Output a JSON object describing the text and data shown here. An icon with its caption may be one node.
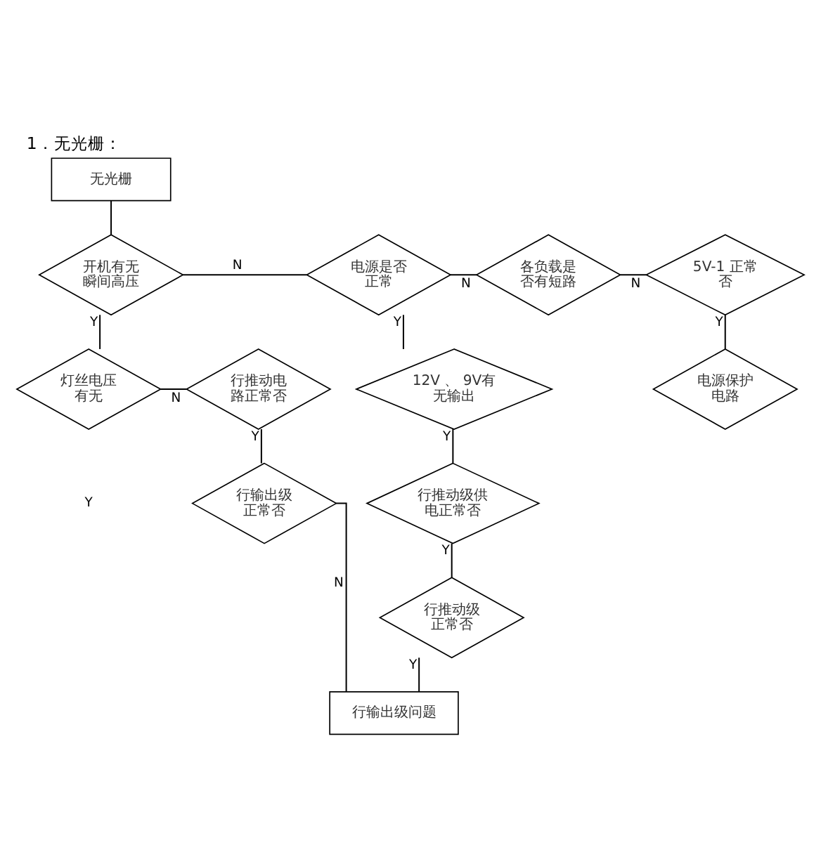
{
  "diagram": {
    "title": "1．无光栅：",
    "nodes": [
      {
        "text": [
          "无光栅"
        ]
      },
      {
        "text": [
          "开机有无瞬间高压"
        ]
      },
      {
        "text": [
          "电源是否正常"
        ]
      },
      {
        "text": [
          "各负载是否有短路"
        ]
      },
      {
        "text": [
          "5V-1 正常否"
        ]
      },
      {
        "text": [
          "灯丝电压有无"
        ]
      },
      {
        "text": [
          "行推动电路正常否"
        ]
      },
      {
        "text": [
          "12V 、 9V有无输出"
        ]
      },
      {
        "text": [
          "电源保护电路"
        ]
      },
      {
        "text": [
          "行输出级正常否"
        ]
      },
      {
        "text": [
          "行推动级供电正常否"
        ]
      },
      {
        "text": [
          "行推动级正常否"
        ]
      },
      {
        "text": [
          "行输出级问题"
        ]
      }
    ],
    "edges": [
      {
        "from": 0,
        "to": 1,
        "arrow": "none"
      },
      {
        "from": 1,
        "to": 2,
        "arrow": "none",
        "label": "N"
      },
      {
        "from": 2,
        "to": 3,
        "arrow": "none",
        "label": "N"
      },
      {
        "from": 3,
        "to": 4,
        "arrow": "none",
        "label": "N"
      },
      {
        "from": 1,
        "to": 5,
        "arrow": "none",
        "label": "Y"
      },
      {
        "from": 2,
        "to": 7,
        "arrow": "none",
        "label": "Y"
      },
      {
        "from": 4,
        "to": 8,
        "arrow": "none",
        "label": "Y"
      },
      {
        "from": 5,
        "to": 6,
        "arrow": "none",
        "label": "N"
      },
      {
        "from": 6,
        "to": 9,
        "arrow": "none",
        "label": "Y"
      },
      {
        "from": 7,
        "to": 10,
        "arrow": "none",
        "label": "Y"
      },
      {
        "from": 9,
        "to": 12,
        "arrow": "none",
        "label": "N"
      },
      {
        "from": 10,
        "to": 11,
        "arrow": "none",
        "label": "Y"
      },
      {
        "from": 11,
        "to": 12,
        "arrow": "none",
        "label": "Y"
      }
    ],
    "labels": [
      "Y"
    ]
  }
}
